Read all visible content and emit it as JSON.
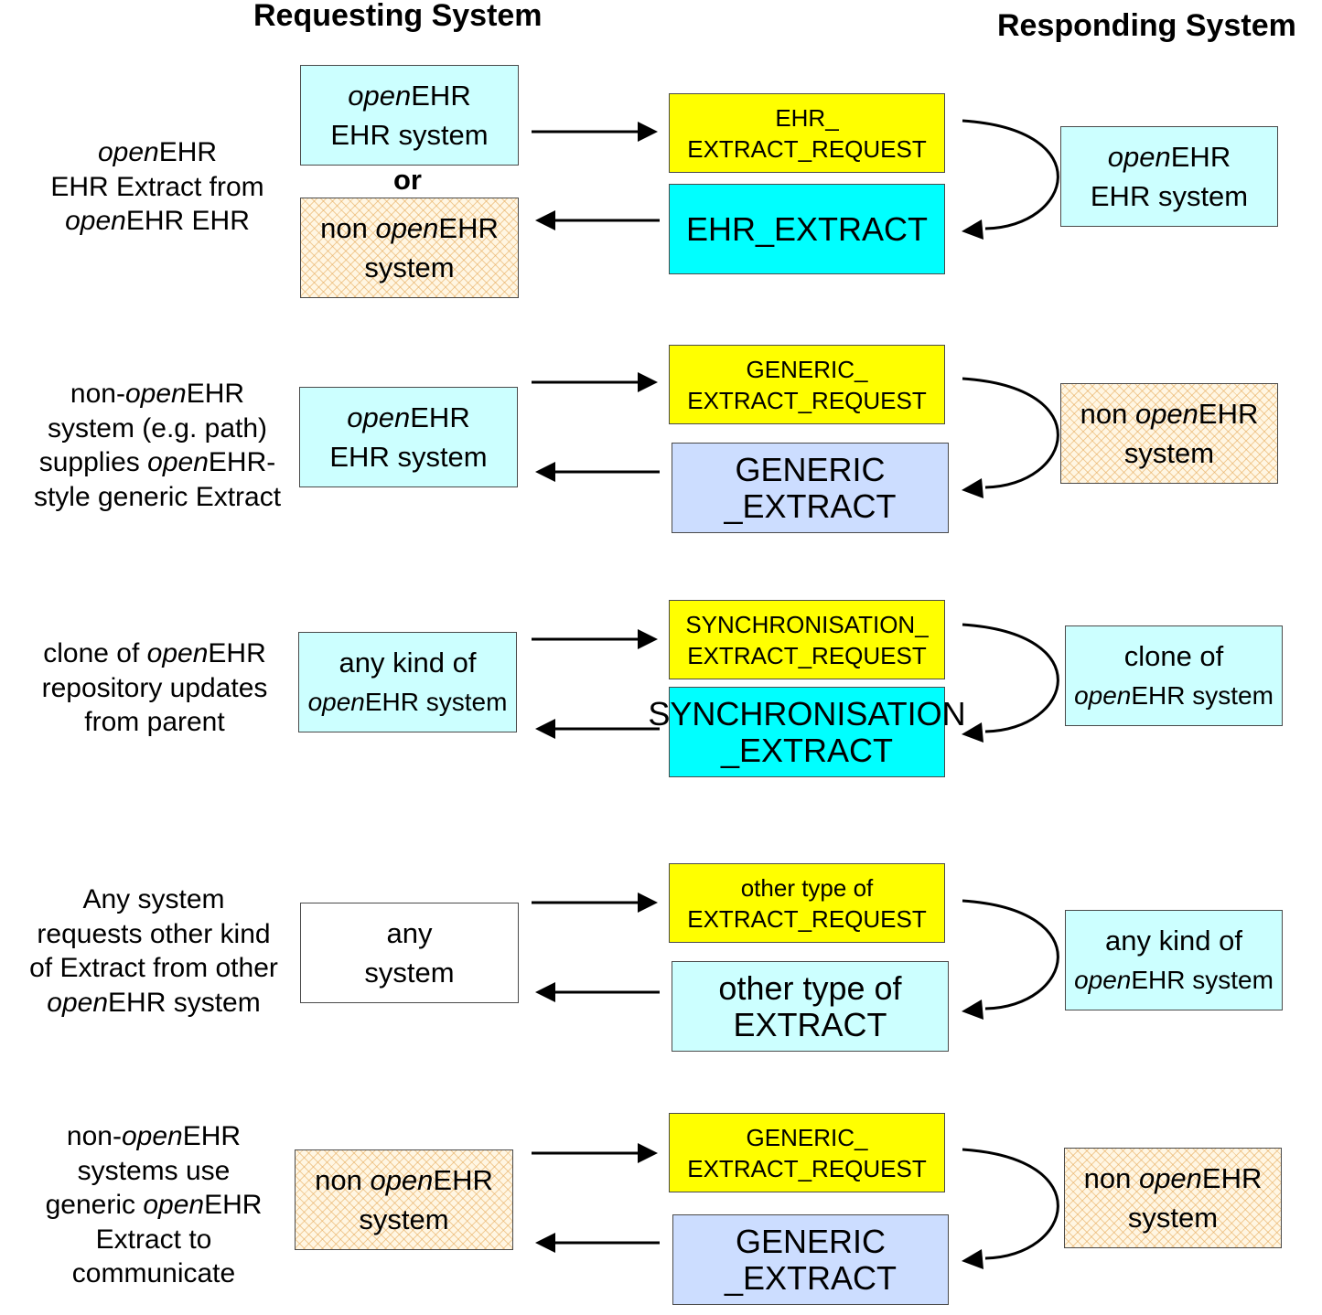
{
  "headers": {
    "requesting": "Requesting System",
    "responding": "Responding System"
  },
  "rows": [
    {
      "description": [
        [
          [
            "open",
            true
          ],
          [
            "EHR",
            false
          ]
        ],
        [
          [
            "EHR Extract from",
            false
          ]
        ],
        [
          [
            "open",
            true
          ],
          [
            "EHR EHR",
            false
          ]
        ]
      ],
      "requesting_boxes": [
        {
          "style": "cyan",
          "lines": [
            [
              [
                "open",
                true
              ],
              [
                "EHR",
                false
              ]
            ],
            [
              [
                "EHR system",
                false
              ]
            ]
          ]
        },
        {
          "style": "hatch",
          "lines": [
            [
              [
                "non ",
                false
              ],
              [
                "open",
                true
              ],
              [
                "EHR",
                false
              ]
            ],
            [
              [
                "system",
                false
              ]
            ]
          ]
        }
      ],
      "or_label": "or",
      "request": [
        "EHR_",
        "EXTRACT_REQUEST"
      ],
      "extract": {
        "style": "aqua",
        "lines": [
          "EHR_EXTRACT"
        ]
      },
      "responding_box": {
        "style": "cyan",
        "lines": [
          [
            [
              "open",
              true
            ],
            [
              "EHR",
              false
            ]
          ],
          [
            [
              "EHR system",
              false
            ]
          ]
        ]
      }
    },
    {
      "description": [
        [
          [
            "non-",
            false
          ],
          [
            "open",
            true
          ],
          [
            "EHR",
            false
          ]
        ],
        [
          [
            "system (e.g. path)",
            false
          ]
        ],
        [
          [
            "supplies ",
            false
          ],
          [
            "open",
            true
          ],
          [
            "EHR-",
            false
          ]
        ],
        [
          [
            "style generic Extract",
            false
          ]
        ]
      ],
      "requesting_boxes": [
        {
          "style": "cyan",
          "lines": [
            [
              [
                "open",
                true
              ],
              [
                "EHR",
                false
              ]
            ],
            [
              [
                "EHR system",
                false
              ]
            ]
          ]
        }
      ],
      "request": [
        "GENERIC_",
        "EXTRACT_REQUEST"
      ],
      "extract": {
        "style": "blue",
        "lines": [
          "GENERIC",
          "_EXTRACT"
        ]
      },
      "responding_box": {
        "style": "hatch",
        "lines": [
          [
            [
              "non ",
              false
            ],
            [
              "open",
              true
            ],
            [
              "EHR",
              false
            ]
          ],
          [
            [
              "system",
              false
            ]
          ]
        ]
      }
    },
    {
      "description": [
        [
          [
            "clone of ",
            false
          ],
          [
            "open",
            true
          ],
          [
            "EHR",
            false
          ]
        ],
        [
          [
            "repository updates",
            false
          ]
        ],
        [
          [
            "from parent",
            false
          ]
        ]
      ],
      "requesting_boxes": [
        {
          "style": "cyan",
          "lines": [
            [
              [
                "any kind of",
                false
              ]
            ],
            [
              [
                "open",
                true
              ],
              [
                "EHR system",
                false
              ]
            ]
          ],
          "second_small": true
        }
      ],
      "request": [
        "SYNCHRONISATION_",
        "EXTRACT_REQUEST"
      ],
      "extract": {
        "style": "aqua",
        "lines": [
          "SYNCHRONISATION",
          "_EXTRACT"
        ]
      },
      "responding_box": {
        "style": "cyan",
        "lines": [
          [
            [
              "clone of",
              false
            ]
          ],
          [
            [
              "open",
              true
            ],
            [
              "EHR system",
              false
            ]
          ]
        ],
        "second_small": true
      }
    },
    {
      "description": [
        [
          [
            "Any system",
            false
          ]
        ],
        [
          [
            "requests other kind",
            false
          ]
        ],
        [
          [
            "of Extract from other",
            false
          ]
        ],
        [
          [
            "open",
            true
          ],
          [
            "EHR system",
            false
          ]
        ]
      ],
      "requesting_boxes": [
        {
          "style": "white",
          "lines": [
            [
              [
                "any",
                false
              ]
            ],
            [
              [
                "system",
                false
              ]
            ]
          ]
        }
      ],
      "request": [
        "other type of",
        "EXTRACT_REQUEST"
      ],
      "extract": {
        "style": "lightcyan",
        "lines": [
          "other type of",
          "EXTRACT"
        ]
      },
      "responding_box": {
        "style": "cyan",
        "lines": [
          [
            [
              "any kind of",
              false
            ]
          ],
          [
            [
              "open",
              true
            ],
            [
              "EHR system",
              false
            ]
          ]
        ],
        "second_small": true
      }
    },
    {
      "description": [
        [
          [
            "non-",
            false
          ],
          [
            "open",
            true
          ],
          [
            "EHR",
            false
          ]
        ],
        [
          [
            "systems use",
            false
          ]
        ],
        [
          [
            "generic ",
            false
          ],
          [
            "open",
            true
          ],
          [
            "EHR",
            false
          ]
        ],
        [
          [
            "Extract to",
            false
          ]
        ],
        [
          [
            "communicate",
            false
          ]
        ]
      ],
      "requesting_boxes": [
        {
          "style": "hatch",
          "lines": [
            [
              [
                "non ",
                false
              ],
              [
                "open",
                true
              ],
              [
                "EHR",
                false
              ]
            ],
            [
              [
                "system",
                false
              ]
            ]
          ]
        }
      ],
      "request": [
        "GENERIC_",
        "EXTRACT_REQUEST"
      ],
      "extract": {
        "style": "blue",
        "lines": [
          "GENERIC",
          "_EXTRACT"
        ]
      },
      "responding_box": {
        "style": "hatch",
        "lines": [
          [
            [
              "non ",
              false
            ],
            [
              "open",
              true
            ],
            [
              "EHR",
              false
            ]
          ],
          [
            [
              "system",
              false
            ]
          ]
        ]
      }
    }
  ]
}
